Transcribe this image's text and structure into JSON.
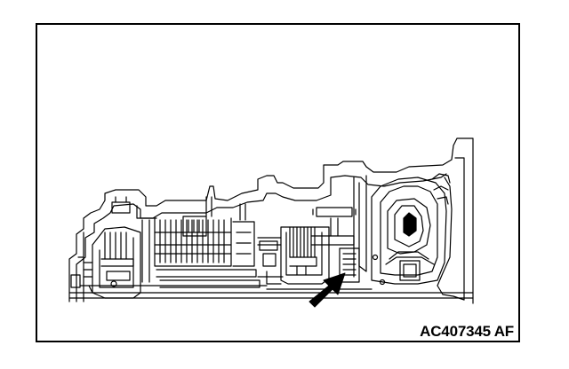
{
  "figure": {
    "code": "AC407345 AF",
    "subject": "automatic-transmission-cross-section",
    "pointer": "arrow-indicator",
    "colors": {
      "ink": "#000000",
      "paper": "#ffffff"
    }
  }
}
